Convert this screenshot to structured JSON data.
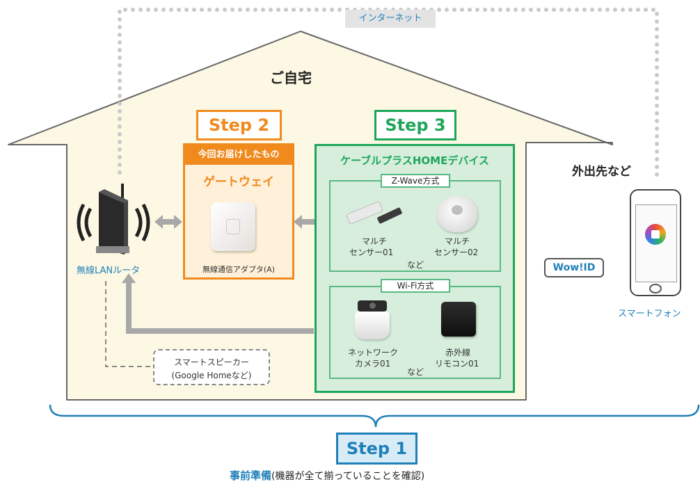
{
  "internet": {
    "label": "インターネット"
  },
  "home": {
    "label": "ご自宅"
  },
  "outside": {
    "label": "外出先など"
  },
  "step2": {
    "title": "Step 2",
    "header": "今回お届けしたもの",
    "device_name": "ゲートウェイ",
    "caption": "無線通信アダプタ(A)"
  },
  "step3": {
    "title": "Step 3",
    "header": "ケーブルプラスHOMEデバイス",
    "zwave": {
      "title": "Z-Wave方式",
      "device1": [
        "マルチ",
        "センサー01"
      ],
      "device2": [
        "マルチ",
        "センサー02"
      ],
      "etc": "など"
    },
    "wifi": {
      "title": "Wi-Fi方式",
      "device1": [
        "ネットワーク",
        "カメラ01"
      ],
      "device2": [
        "赤外線",
        "リモコン01"
      ],
      "etc": "など"
    }
  },
  "router": {
    "label": "無線LANルータ"
  },
  "speaker": {
    "label_lines": [
      "スマートスピーカー",
      "(Google Homeなど)"
    ]
  },
  "wowid": {
    "label": "Wow!ID"
  },
  "smartphone": {
    "label": "スマートフォン"
  },
  "step1": {
    "title": "Step 1",
    "caption_bold": "事前準備",
    "caption_note": "(機器が全て揃っていることを確認)"
  },
  "colors": {
    "house_fill": "#fdf8e3",
    "step2_orange": "#f08a1d",
    "step3_green": "#1ea65a",
    "step3_fill": "#d7eedd",
    "step1_blue": "#1f7fb8",
    "arrow_gray": "#a8a8a8"
  }
}
